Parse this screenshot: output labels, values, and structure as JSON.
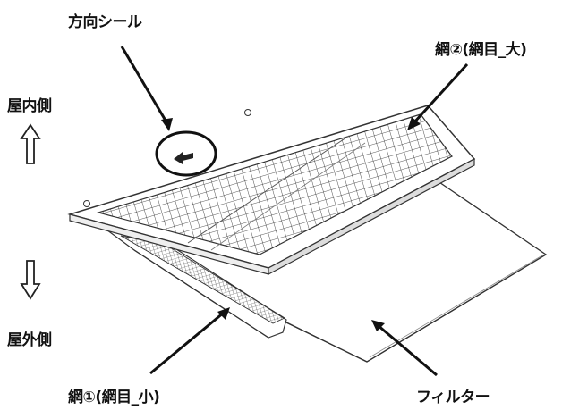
{
  "labels": {
    "direction_sticker": "方向シール",
    "mesh2": "網②(網目_大)",
    "indoor": "屋内側",
    "outdoor": "屋外側",
    "mesh1": "網①(網目_小)",
    "filter": "フィルター"
  }
}
